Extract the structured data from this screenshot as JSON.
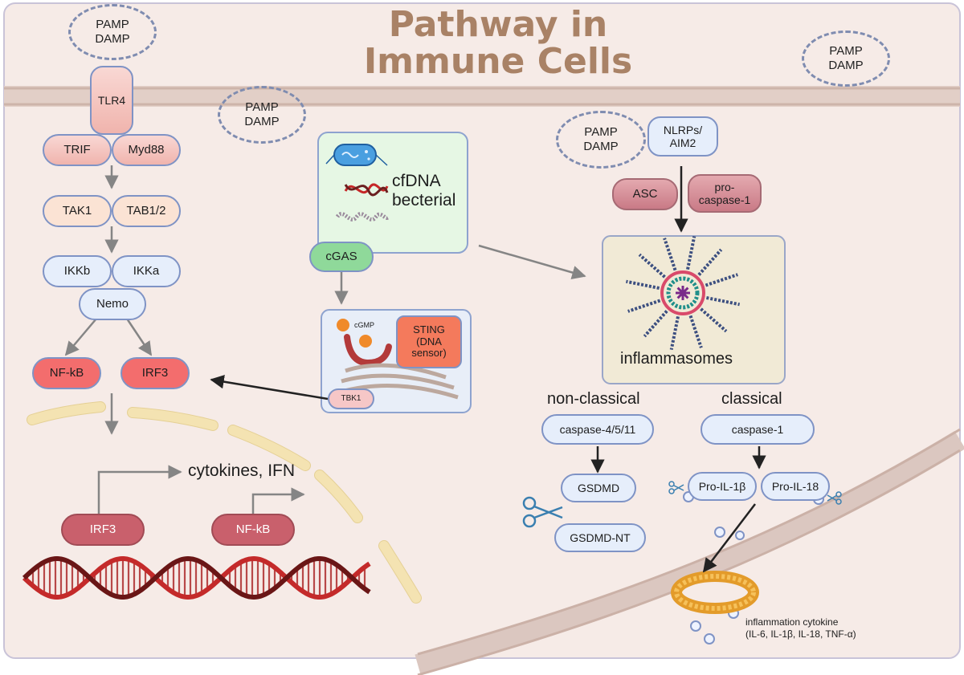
{
  "title_line1": "Pathway in",
  "title_line2": "Immune Cells",
  "pamp": [
    "PAMP",
    "DAMP"
  ],
  "left": {
    "tlr4": "TLR4",
    "trif": "TRIF",
    "myd88": "Myd88",
    "tak1": "TAK1",
    "tab12": "TAB1/2",
    "ikkb": "IKKb",
    "ikka": "IKKa",
    "nemo": "Nemo",
    "nfkb": "NF-kB",
    "irf3": "IRF3",
    "cytokines": "cytokines, IFN",
    "irf3_dna": "IRF3",
    "nfkb_dna": "NF-kB"
  },
  "center": {
    "cfdna_line1": "cfDNA",
    "cfdna_line2": "becterial",
    "cgas": "cGAS",
    "cgmp": "cGMP",
    "sting_line1": "STING",
    "sting_line2": "(DNA",
    "sting_line3": "sensor)",
    "tbk1": "TBK1"
  },
  "right": {
    "nlrps_line1": "NLRPs/",
    "nlrps_line2": "AIM2",
    "asc": "ASC",
    "procasp_line1": "pro-",
    "procasp_line2": "caspase-1",
    "inflammasomes": "inflammasomes",
    "nonclassical": "non-classical",
    "classical": "classical",
    "caspase4511": "caspase-4/5/11",
    "caspase1": "caspase-1",
    "gsdmd": "GSDMD",
    "gsdmdnt": "GSDMD-NT",
    "proil1b": "Pro-IL-1β",
    "proil18": "Pro-IL-18",
    "cytokine_line1": "inflammation cytokine",
    "cytokine_line2": "(IL-6, IL-1β, IL-18, TNF-α)"
  },
  "colors": {
    "cell_background": "#f6ebe7",
    "membrane": "#d8c3bb",
    "node_border": "#7f93c5",
    "arrow_grey": "#858585",
    "title": "#a98266",
    "inflammasome_box": "#f1ead6",
    "cfdna_box": "#e6f7e4",
    "sting_box": "#e8eef8",
    "nucleus_envelope": "#f4e3b2"
  }
}
